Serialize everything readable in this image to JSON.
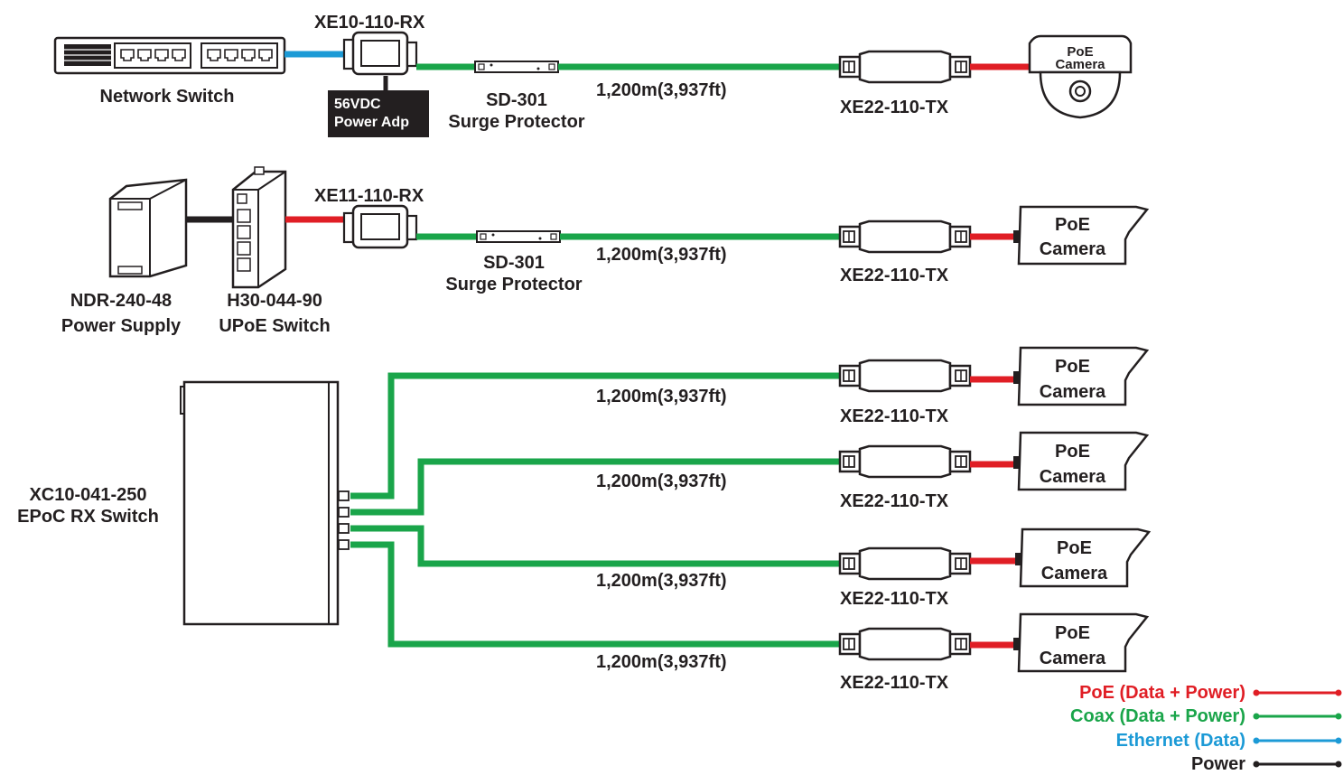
{
  "colors": {
    "poe": "#e01e25",
    "coax": "#1aa54a",
    "ethernet": "#1c9ad6",
    "power": "#231f20"
  },
  "row1": {
    "rx_label": "XE10-110-RX",
    "switch_label": "Network Switch",
    "adapter_line1": "56VDC",
    "adapter_line2": "Power Adp",
    "surge_line1": "SD-301",
    "surge_line2": "Surge Protector",
    "distance": "1,200m(3,937ft)",
    "tx_label": "XE22-110-TX",
    "camera_line1": "PoE",
    "camera_line2": "Camera"
  },
  "row2": {
    "rx_label": "XE11-110-RX",
    "psu_line1": "NDR-240-48",
    "psu_line2": "Power Supply",
    "switch_line1": "H30-044-90",
    "switch_line2": "UPoE Switch",
    "surge_line1": "SD-301",
    "surge_line2": "Surge Protector",
    "distance": "1,200m(3,937ft)",
    "tx_label": "XE22-110-TX",
    "camera_line1": "PoE",
    "camera_line2": "Camera"
  },
  "row3": {
    "switch_line1": "XC10-041-250",
    "switch_line2": "EPoC RX Switch",
    "links": [
      {
        "distance": "1,200m(3,937ft)",
        "tx_label": "XE22-110-TX",
        "camera_line1": "PoE",
        "camera_line2": "Camera"
      },
      {
        "distance": "1,200m(3,937ft)",
        "tx_label": "XE22-110-TX",
        "camera_line1": "PoE",
        "camera_line2": "Camera"
      },
      {
        "distance": "1,200m(3,937ft)",
        "tx_label": "XE22-110-TX",
        "camera_line1": "PoE",
        "camera_line2": "Camera"
      },
      {
        "distance": "1,200m(3,937ft)",
        "tx_label": "XE22-110-TX",
        "camera_line1": "PoE",
        "camera_line2": "Camera"
      }
    ]
  },
  "legend": [
    {
      "label": "PoE (Data + Power)",
      "color": "#e01e25"
    },
    {
      "label": "Coax (Data + Power)",
      "color": "#1aa54a"
    },
    {
      "label": "Ethernet (Data)",
      "color": "#1c9ad6"
    },
    {
      "label": "Power",
      "color": "#231f20"
    }
  ]
}
